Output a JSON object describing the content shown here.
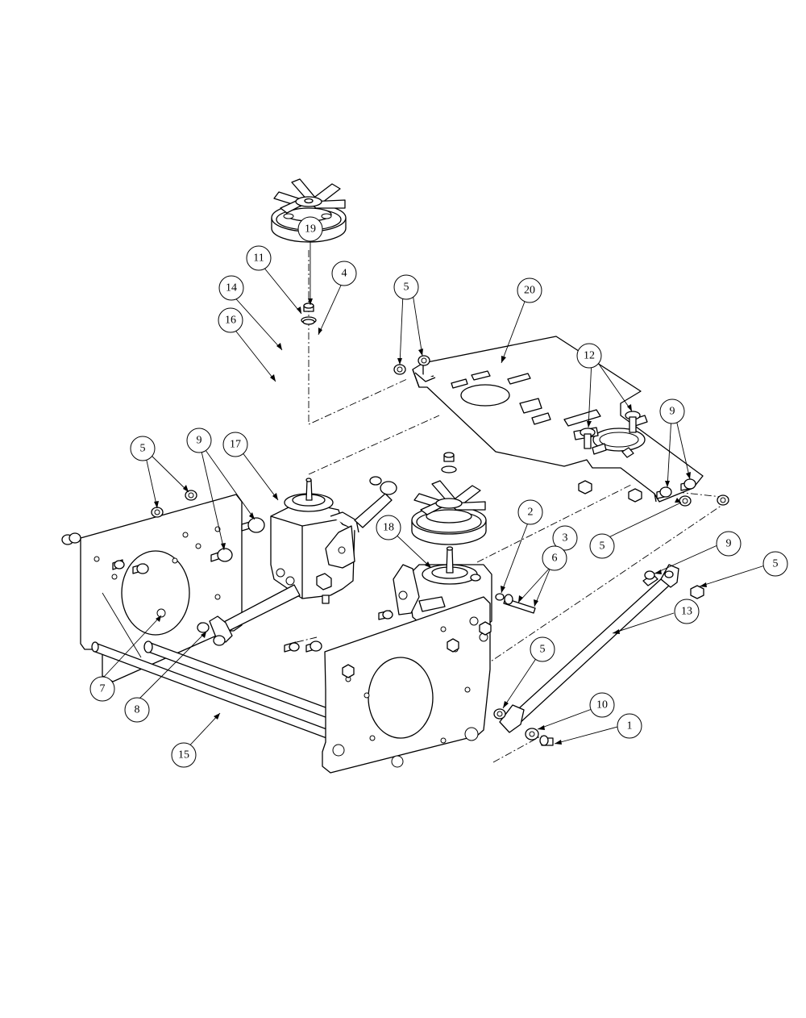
{
  "callouts": [
    {
      "id": "c19",
      "label": "19"
    },
    {
      "id": "c11",
      "label": "11"
    },
    {
      "id": "c4",
      "label": "4"
    },
    {
      "id": "c14",
      "label": "14"
    },
    {
      "id": "c16",
      "label": "16"
    },
    {
      "id": "c5a",
      "label": "5"
    },
    {
      "id": "c20",
      "label": "20"
    },
    {
      "id": "c12",
      "label": "12"
    },
    {
      "id": "c9a",
      "label": "9"
    },
    {
      "id": "c5b",
      "label": "5"
    },
    {
      "id": "c9b",
      "label": "9"
    },
    {
      "id": "c17",
      "label": "17"
    },
    {
      "id": "c2",
      "label": "2"
    },
    {
      "id": "c3",
      "label": "3"
    },
    {
      "id": "c6",
      "label": "6"
    },
    {
      "id": "c18",
      "label": "18"
    },
    {
      "id": "c5c",
      "label": "5"
    },
    {
      "id": "c9c",
      "label": "9"
    },
    {
      "id": "c5d",
      "label": "5"
    },
    {
      "id": "c13",
      "label": "13"
    },
    {
      "id": "c5e",
      "label": "5"
    },
    {
      "id": "c10",
      "label": "10"
    },
    {
      "id": "c1",
      "label": "1"
    },
    {
      "id": "c7",
      "label": "7"
    },
    {
      "id": "c8",
      "label": "8"
    },
    {
      "id": "c15",
      "label": "15"
    }
  ]
}
